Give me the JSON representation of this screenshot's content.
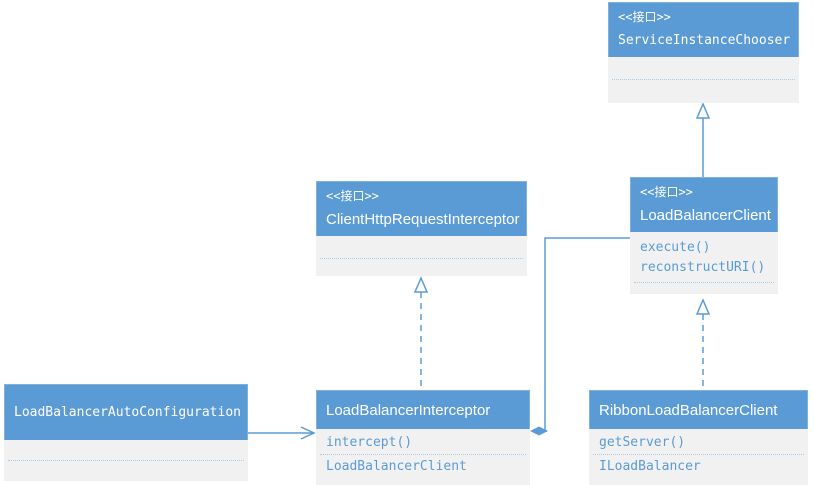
{
  "diagram": {
    "type": "uml-class-diagram",
    "colors": {
      "header_fill": "#5b9bd5",
      "header_border": "#7eb1dc",
      "body_fill": "#f1f1f2",
      "member_text": "#5b9bd5",
      "header_text": "#ffffff",
      "separator": "#a9cbea",
      "connector": "#5b9bd5"
    },
    "classes": {
      "serviceInstanceChooser": {
        "stereotype": "<<接口>>",
        "name": "ServiceInstanceChooser"
      },
      "clientHttpRequestInterceptor": {
        "stereotype": "<<接口>>",
        "name": "ClientHttpRequestInterceptor"
      },
      "loadBalancerClient": {
        "stereotype": "<<接口>>",
        "name": "LoadBalancerClient",
        "methods": [
          "execute()",
          "reconstructURI()"
        ]
      },
      "loadBalancerAutoConfiguration": {
        "name": "LoadBalancerAutoConfiguration"
      },
      "loadBalancerInterceptor": {
        "name": "LoadBalancerInterceptor",
        "methods": [
          "intercept()"
        ],
        "fields": [
          "LoadBalancerClient"
        ]
      },
      "ribbonLoadBalancerClient": {
        "name": "RibbonLoadBalancerClient",
        "methods": [
          "getServer()"
        ],
        "fields": [
          "ILoadBalancer"
        ]
      }
    },
    "relations": [
      {
        "from": "LoadBalancerClient",
        "to": "ServiceInstanceChooser",
        "type": "generalization",
        "line": "solid",
        "head": "hollow-triangle"
      },
      {
        "from": "LoadBalancerInterceptor",
        "to": "ClientHttpRequestInterceptor",
        "type": "realization",
        "line": "dashed",
        "head": "hollow-triangle"
      },
      {
        "from": "RibbonLoadBalancerClient",
        "to": "LoadBalancerClient",
        "type": "realization",
        "line": "dashed",
        "head": "hollow-triangle"
      },
      {
        "from": "LoadBalancerAutoConfiguration",
        "to": "LoadBalancerInterceptor",
        "type": "association",
        "line": "solid",
        "head": "open-arrow"
      },
      {
        "from": "LoadBalancerInterceptor",
        "to": "LoadBalancerClient",
        "type": "composition",
        "line": "solid",
        "head": "filled-diamond"
      }
    ]
  }
}
